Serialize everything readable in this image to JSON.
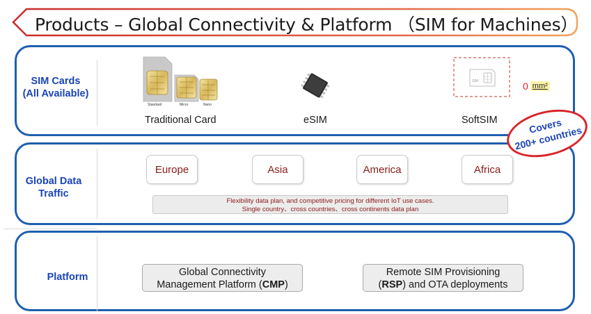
{
  "title": "Products – Global Connectivity & Platform （SIM for Machines）",
  "sections": {
    "sim": {
      "label_line1": "SIM Cards",
      "label_line2": "(All Available)",
      "card_sizes": [
        "Standard",
        "Micro",
        "Nano"
      ],
      "traditional_label": "Traditional Card",
      "esim_label": "eSIM",
      "softsim_label": "SoftSIM",
      "softsim_chip_text": "SIM",
      "size_value": "0",
      "size_unit": "mm²"
    },
    "data": {
      "label_line1": "Global Data",
      "label_line2": "Traffic",
      "regions": [
        "Europe",
        "Asia",
        "America",
        "Africa"
      ],
      "note_line1": "Flexibility data plan, and competitive pricing for different IoT use cases.",
      "note_line2": "Single country、cross countries、cross continents data plan"
    },
    "platform": {
      "label": "Platform",
      "cmp_line1": "Global Connectivity",
      "cmp_line2_pre": "Management Platform (",
      "cmp_bold": "CMP",
      "cmp_line2_post": ")",
      "rsp_line1": "Remote SIM Provisioning",
      "rsp_pre": "(",
      "rsp_bold": "RSP",
      "rsp_post": ") and OTA deployments"
    }
  },
  "badge": {
    "line1": "Covers",
    "line2": "200+ countries"
  },
  "colors": {
    "section_border": "#1f5fae",
    "section_label": "#1a44b8",
    "region_text": "#8b1a1a",
    "badge_border": "#d9252b",
    "title_arrow": "#d9252b",
    "title_accent": "#f0a35a"
  }
}
